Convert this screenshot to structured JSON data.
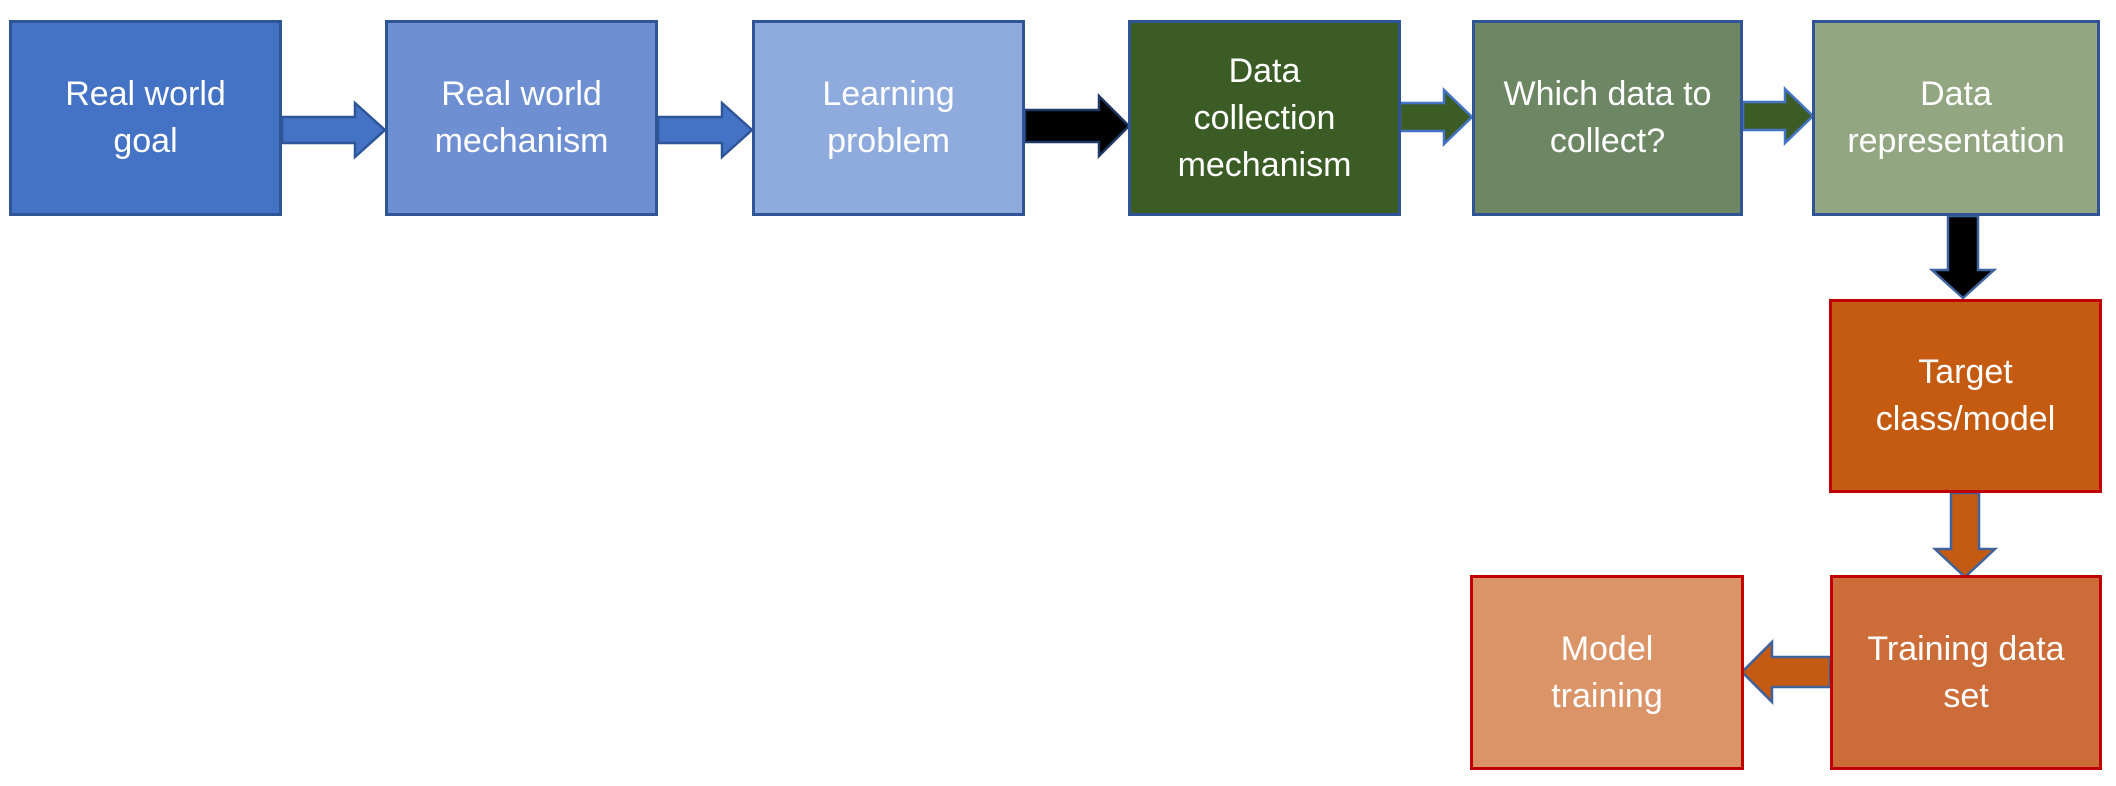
{
  "diagram": {
    "background": "#FFFFFF",
    "boxes": [
      {
        "id": "real-world-goal",
        "label": "Real world\ngoal",
        "fill": "#4472C4",
        "border": "#2F5597",
        "text_color": "#FFFFFF"
      },
      {
        "id": "real-world-mechanism",
        "label": "Real world\nmechanism",
        "fill": "#6E8FD2",
        "border": "#2F5597",
        "text_color": "#FFFFFF"
      },
      {
        "id": "learning-problem",
        "label": "Learning\nproblem",
        "fill": "#8FAADC",
        "border": "#2F5597",
        "text_color": "#FFFFFF"
      },
      {
        "id": "data-collection-mechanism",
        "label": "Data\ncollection\nmechanism",
        "fill": "#3C5C25",
        "border": "#2F5597",
        "text_color": "#FFFFFF"
      },
      {
        "id": "which-data-to-collect",
        "label": "Which data to\ncollect?",
        "fill": "#6D8764",
        "border": "#2F5597",
        "text_color": "#FFFFFF"
      },
      {
        "id": "data-representation",
        "label": "Data\nrepresentation",
        "fill": "#92A682",
        "border": "#2F5597",
        "text_color": "#FFFFFF"
      },
      {
        "id": "target-class-model",
        "label": "Target\nclass/model",
        "fill": "#C55A11",
        "border": "#C00000",
        "text_color": "#FFFFFF"
      },
      {
        "id": "training-data-set",
        "label": "Training data\nset",
        "fill": "#CC6C38",
        "border": "#C00000",
        "text_color": "#FFFFFF"
      },
      {
        "id": "model-training",
        "label": "Model\ntraining",
        "fill": "#DB9468",
        "border": "#C00000",
        "text_color": "#FFFFFF"
      }
    ],
    "arrows": [
      {
        "id": "goal-to-mechanism",
        "from": "real-world-goal",
        "to": "real-world-mechanism",
        "direction": "right",
        "fill": "#4472C4",
        "outline": "#2E5597"
      },
      {
        "id": "mechanism-to-learning-problem",
        "from": "real-world-mechanism",
        "to": "learning-problem",
        "direction": "right",
        "fill": "#4472C4",
        "outline": "#2E5597"
      },
      {
        "id": "learning-problem-to-data-collection",
        "from": "learning-problem",
        "to": "data-collection-mechanism",
        "direction": "right",
        "fill": "#000000",
        "outline": "#1F3864"
      },
      {
        "id": "data-collection-to-which-data",
        "from": "data-collection-mechanism",
        "to": "which-data-to-collect",
        "direction": "right",
        "fill": "#3C5C25",
        "outline": "#4472C4"
      },
      {
        "id": "which-data-to-representation",
        "from": "which-data-to-collect",
        "to": "data-representation",
        "direction": "right",
        "fill": "#3C5C25",
        "outline": "#4472C4"
      },
      {
        "id": "representation-to-target-class",
        "from": "data-representation",
        "to": "target-class-model",
        "direction": "down",
        "fill": "#000000",
        "outline": "#3E639E"
      },
      {
        "id": "target-class-to-training-data",
        "from": "target-class-model",
        "to": "training-data-set",
        "direction": "down",
        "fill": "#C55A11",
        "outline": "#41639C"
      },
      {
        "id": "training-data-to-model-training",
        "from": "training-data-set",
        "to": "model-training",
        "direction": "left",
        "fill": "#C55A11",
        "outline": "#41639C"
      }
    ]
  }
}
